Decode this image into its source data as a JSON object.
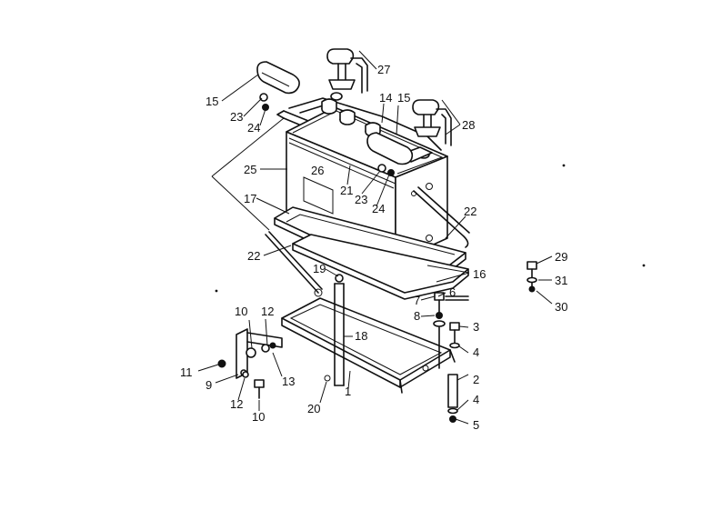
{
  "labels": {
    "p1": "1",
    "p2": "2",
    "p3": "3",
    "p4a": "4",
    "p4b": "4",
    "p5": "5",
    "p6": "6",
    "p7": "7",
    "p8": "8",
    "p9": "9",
    "p10a": "10",
    "p10b": "10",
    "p11": "11",
    "p12a": "12",
    "p12b": "12",
    "p13": "13",
    "p14": "14",
    "p15a": "15",
    "p15b": "15",
    "p16": "16",
    "p17": "17",
    "p18": "18",
    "p19": "19",
    "p20": "20",
    "p21": "21",
    "p22a": "22",
    "p22b": "22",
    "p23a": "23",
    "p23b": "23",
    "p24a": "24",
    "p24b": "24",
    "p25": "25",
    "p26": "26",
    "p27": "27",
    "p28": "28",
    "p29": "29",
    "p30": "30",
    "p31": "31"
  }
}
